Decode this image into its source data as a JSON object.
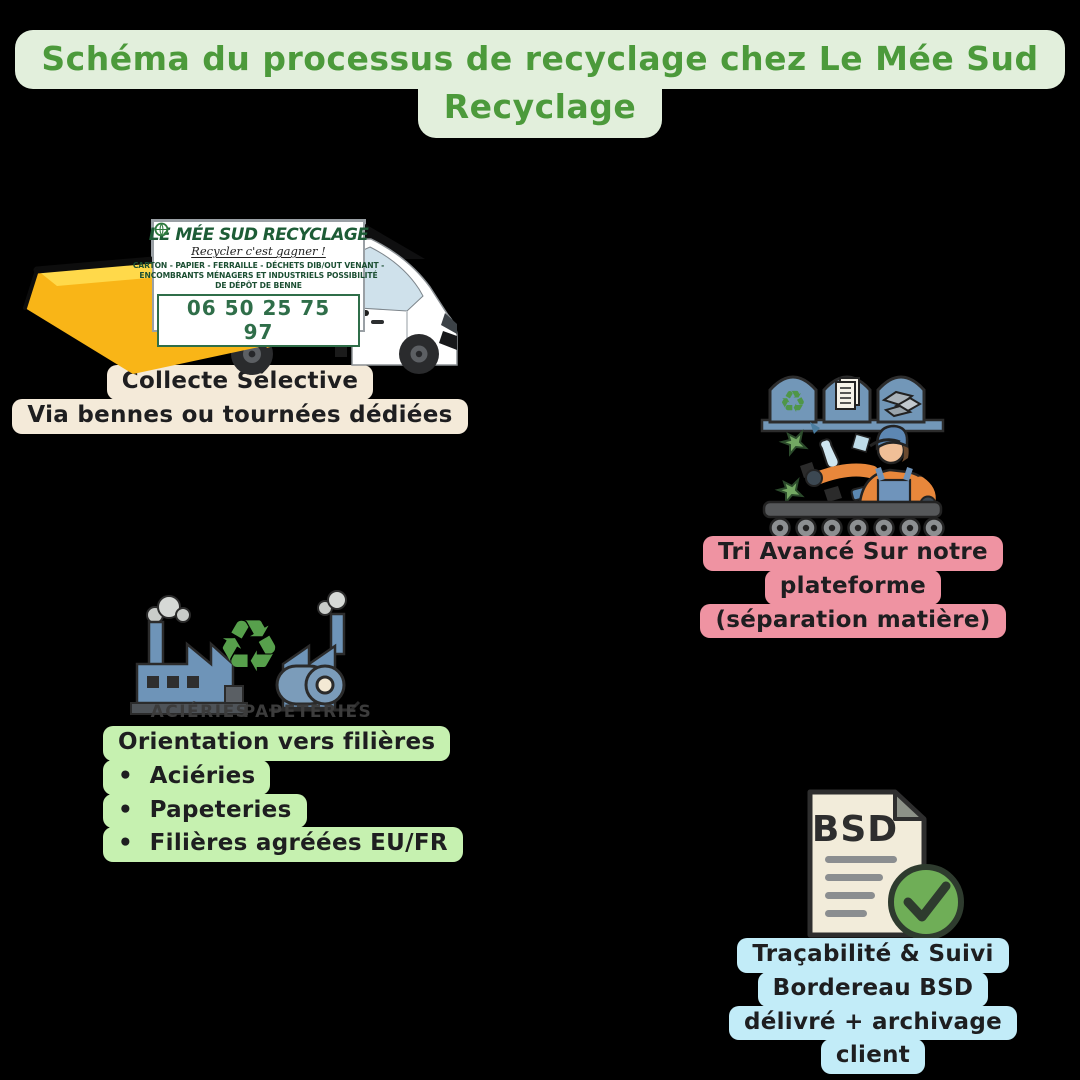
{
  "title": {
    "line1": "Schéma du processus de recyclage chez Le Mée Sud",
    "line2": "Recyclage"
  },
  "truck_sign": {
    "brand": "LE MÉE SUD RECYCLAGE",
    "slogan": "Recycler c'est gagner !",
    "services": [
      "CARTON - PAPIER - FERRAILLE -  DÉCHETS DIB/OUT VENANT -",
      "ENCOMBRANTS MÉNAGERS ET INDUSTRIELS  POSSIBILITÉ",
      "DE DÉPÔT DE BENNE"
    ],
    "phone": "06 50 25 75 97"
  },
  "collecte": {
    "line1": "Collecte Sélective",
    "line2": "Via bennes ou tournées dédiées"
  },
  "tri": {
    "line1": "Tri Avancé Sur notre",
    "line2": "plateforme",
    "line3": "(séparation matière)"
  },
  "orientation": {
    "heading": "Orientation vers filières",
    "items": [
      "Aciéries",
      "Papeteries",
      "Filières agréées EU/FR"
    ]
  },
  "factories": {
    "left_label": "ACIÉRIES",
    "right_label": "PAPETERIES"
  },
  "bsd_doc": {
    "label": "BSD"
  },
  "tracabilite": {
    "line1": "Traçabilité & Suivi",
    "line2": "Bordereau BSD",
    "line3": "délivré + archivage",
    "line4": "client"
  },
  "icons": {
    "recycle": "♻"
  },
  "colors": {
    "background": "#000000",
    "title_text": "#4c9a3b",
    "title_bg": "#e2efdc",
    "collecte_bg": "#f4ead9",
    "tri_bg": "#ef93a2",
    "orientation_bg": "#c6f1b0",
    "tracabilite_bg": "#c2ecf8",
    "brand_green": "#1d5c36",
    "skip_yellow": "#f9b517",
    "illustration_blue": "#7297b8",
    "check_green": "#6fae57"
  }
}
